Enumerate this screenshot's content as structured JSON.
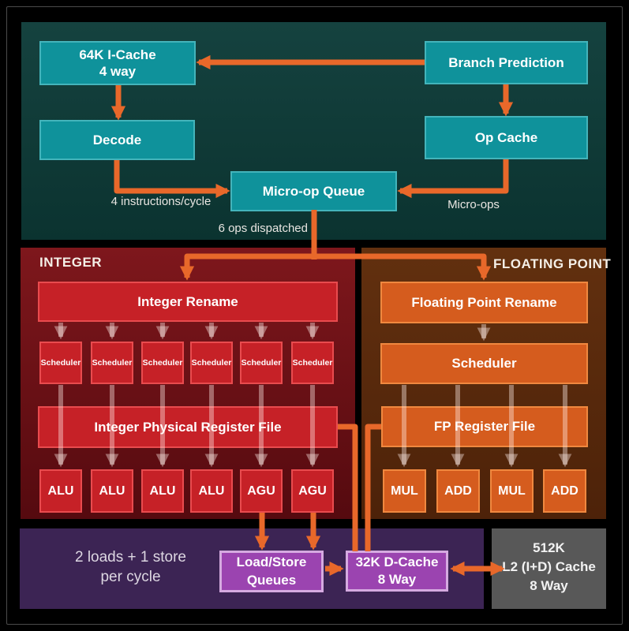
{
  "frontend": {
    "icache_label": "64K I-Cache\n4 way",
    "branch_prediction_label": "Branch Prediction",
    "decode_label": "Decode",
    "op_cache_label": "Op Cache",
    "micro_op_queue_label": "Micro-op Queue",
    "instructions_note": "4 instructions/cycle",
    "micro_ops_note": "Micro-ops",
    "dispatch_note": "6 ops dispatched"
  },
  "integer": {
    "title": "INTEGER",
    "rename_label": "Integer Rename",
    "schedulers": [
      "Scheduler",
      "Scheduler",
      "Scheduler",
      "Scheduler",
      "Scheduler",
      "Scheduler"
    ],
    "register_file_label": "Integer Physical Register File",
    "units": [
      "ALU",
      "ALU",
      "ALU",
      "ALU",
      "AGU",
      "AGU"
    ]
  },
  "floating_point": {
    "title": "FLOATING POINT",
    "rename_label": "Floating Point Rename",
    "scheduler_label": "Scheduler",
    "register_file_label": "FP Register File",
    "units": [
      "MUL",
      "ADD",
      "MUL",
      "ADD"
    ]
  },
  "memory": {
    "loads_note": "2 loads + 1 store\nper cycle",
    "load_store_label": "Load/Store\nQueues",
    "dcache_label": "32K D-Cache\n8 Way",
    "l2_label": "512K\nL2 (I+D) Cache\n8 Way"
  },
  "colors": {
    "arrow_orange": "#e8682a",
    "teal_box": "#0f929b",
    "teal_panel": "#0f3b38",
    "red_box": "#c62127",
    "integer_panel": "#6b1116",
    "fp_box": "#d55c1e",
    "fp_panel": "#5a2b10",
    "purple_box": "#9b44b0",
    "purple_panel": "#3c2454",
    "l2_panel": "#585858"
  }
}
